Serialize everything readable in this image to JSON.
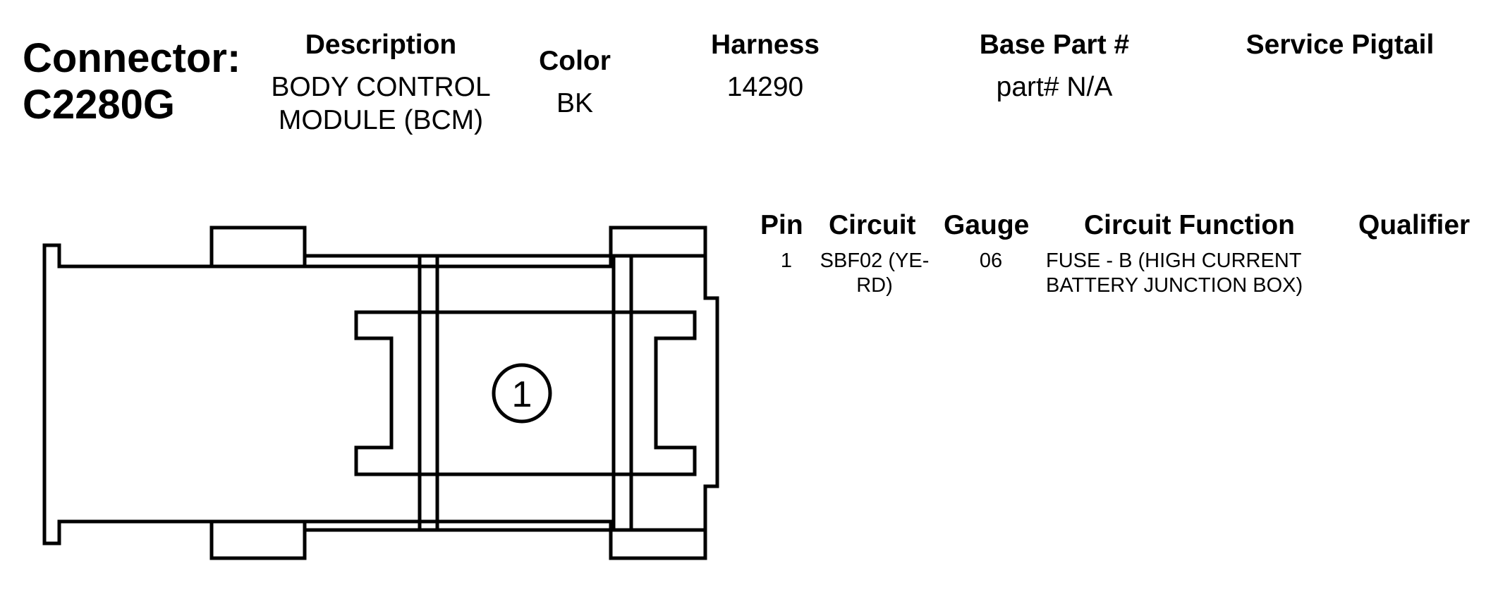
{
  "connector": {
    "label": "Connector:",
    "id": "C2280G"
  },
  "header": {
    "description_label": "Description",
    "description_line1": "BODY CONTROL",
    "description_line2": "MODULE (BCM)",
    "color_label": "Color",
    "color_value": "BK",
    "harness_label": "Harness",
    "harness_value": "14290",
    "base_part_label": "Base Part #",
    "base_part_value": "part# N/A",
    "service_pigtail_label": "Service Pigtail",
    "service_pigtail_value": ""
  },
  "pin_table": {
    "columns": {
      "pin": "Pin",
      "circuit": "Circuit",
      "gauge": "Gauge",
      "circuit_function": "Circuit Function",
      "qualifier": "Qualifier"
    },
    "rows": [
      {
        "pin": "1",
        "circuit_line1": "SBF02 (YE-",
        "circuit_line2": "RD)",
        "gauge": "06",
        "function_line1": "FUSE - B (HIGH CURRENT",
        "function_line2": "BATTERY JUNCTION BOX)",
        "qualifier": ""
      }
    ]
  },
  "diagram": {
    "pin_label": "1"
  }
}
